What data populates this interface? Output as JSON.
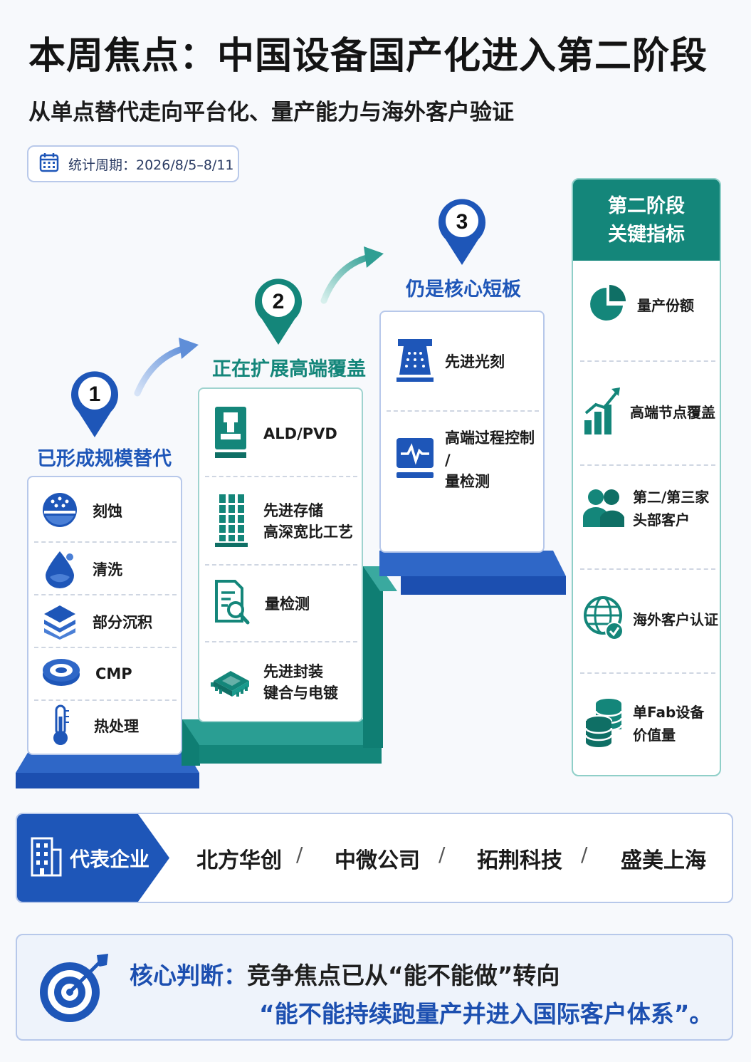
{
  "header": {
    "title": "本周焦点：中国设备国产化进入第二阶段",
    "subtitle": "从单点替代走向平台化、量产能力与海外客户验证",
    "period": "统计周期：2026/8/5–8/11"
  },
  "colors": {
    "blue": "#1e56b8",
    "teal": "#14867a",
    "navy": "#1c4fb0"
  },
  "stages": [
    {
      "number": "1",
      "title": "已形成规模替代",
      "items": [
        {
          "icon": "etch-icon",
          "label": "刻蚀"
        },
        {
          "icon": "water-drop-icon",
          "label": "清洗"
        },
        {
          "icon": "layers-icon",
          "label": "部分沉积"
        },
        {
          "icon": "wafer-icon",
          "label": "CMP"
        },
        {
          "icon": "thermometer-icon",
          "label": "热处理"
        }
      ]
    },
    {
      "number": "2",
      "title": "正在扩展高端覆盖",
      "items": [
        {
          "icon": "deposition-tool-icon",
          "label": "ALD/PVD"
        },
        {
          "icon": "memory-stack-icon",
          "label": "先进存储\n高深宽比工艺"
        },
        {
          "icon": "inspection-icon",
          "label": "量检测"
        },
        {
          "icon": "chip-icon",
          "label": "先进封装\n键合与电镀"
        }
      ]
    },
    {
      "number": "3",
      "title": "仍是核心短板",
      "items": [
        {
          "icon": "lithography-icon",
          "label": "先进光刻"
        },
        {
          "icon": "monitor-pulse-icon",
          "label": "高端过程控制 /\n量检测"
        }
      ]
    }
  ],
  "metrics": {
    "title": "第二阶段\n关键指标",
    "items": [
      {
        "icon": "pie-chart-icon",
        "label": "量产份额"
      },
      {
        "icon": "growth-chart-icon",
        "label": "高端节点覆盖"
      },
      {
        "icon": "users-icon",
        "label": "第二/第三家\n头部客户"
      },
      {
        "icon": "globe-check-icon",
        "label": "海外客户认证"
      },
      {
        "icon": "coin-stack-icon",
        "label": "单Fab设备\n价值量"
      }
    ]
  },
  "companies": {
    "tag": "代表企业",
    "list": [
      "北方华创",
      "中微公司",
      "拓荆科技",
      "盛美上海"
    ],
    "separator": "/"
  },
  "judgement": {
    "key": "核心判断：",
    "line1": "竞争焦点已从“能不能做”转向",
    "line2": "“能不能持续跑量产并进入国际客户体系”。"
  }
}
